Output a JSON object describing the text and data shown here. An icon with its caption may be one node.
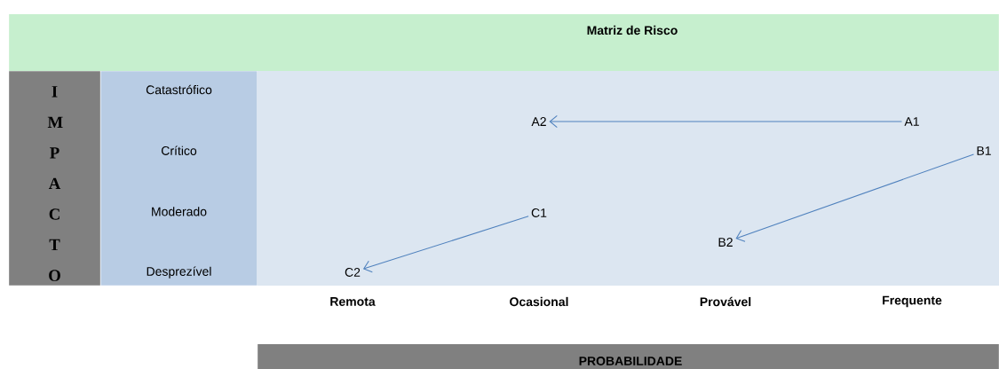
{
  "diagram": {
    "nodes": [
      {
        "text": [
          "Matriz de Risco"
        ]
      },
      {
        "text": [
          "I M P A C T O"
        ]
      },
      {
        "text": [
          "Catastrófico",
          "Crítico",
          "Moderado",
          "Desprezível"
        ]
      },
      {
        "text": [
          "A1"
        ]
      },
      {
        "text": [
          "A2"
        ]
      },
      {
        "text": [
          "B1"
        ]
      },
      {
        "text": [
          "B2"
        ]
      },
      {
        "text": [
          "C1"
        ]
      },
      {
        "text": [
          "C2"
        ]
      },
      {
        "text": [
          "PROBABILIDADE"
        ]
      }
    ],
    "edges": [
      {
        "from": 3,
        "to": 4,
        "arrow": "to"
      },
      {
        "from": 5,
        "to": 6,
        "arrow": "to"
      },
      {
        "from": 7,
        "to": 8,
        "arrow": "to"
      }
    ],
    "labels": [
      "Remota",
      "Ocasional",
      "Provável",
      "Frequente"
    ]
  }
}
